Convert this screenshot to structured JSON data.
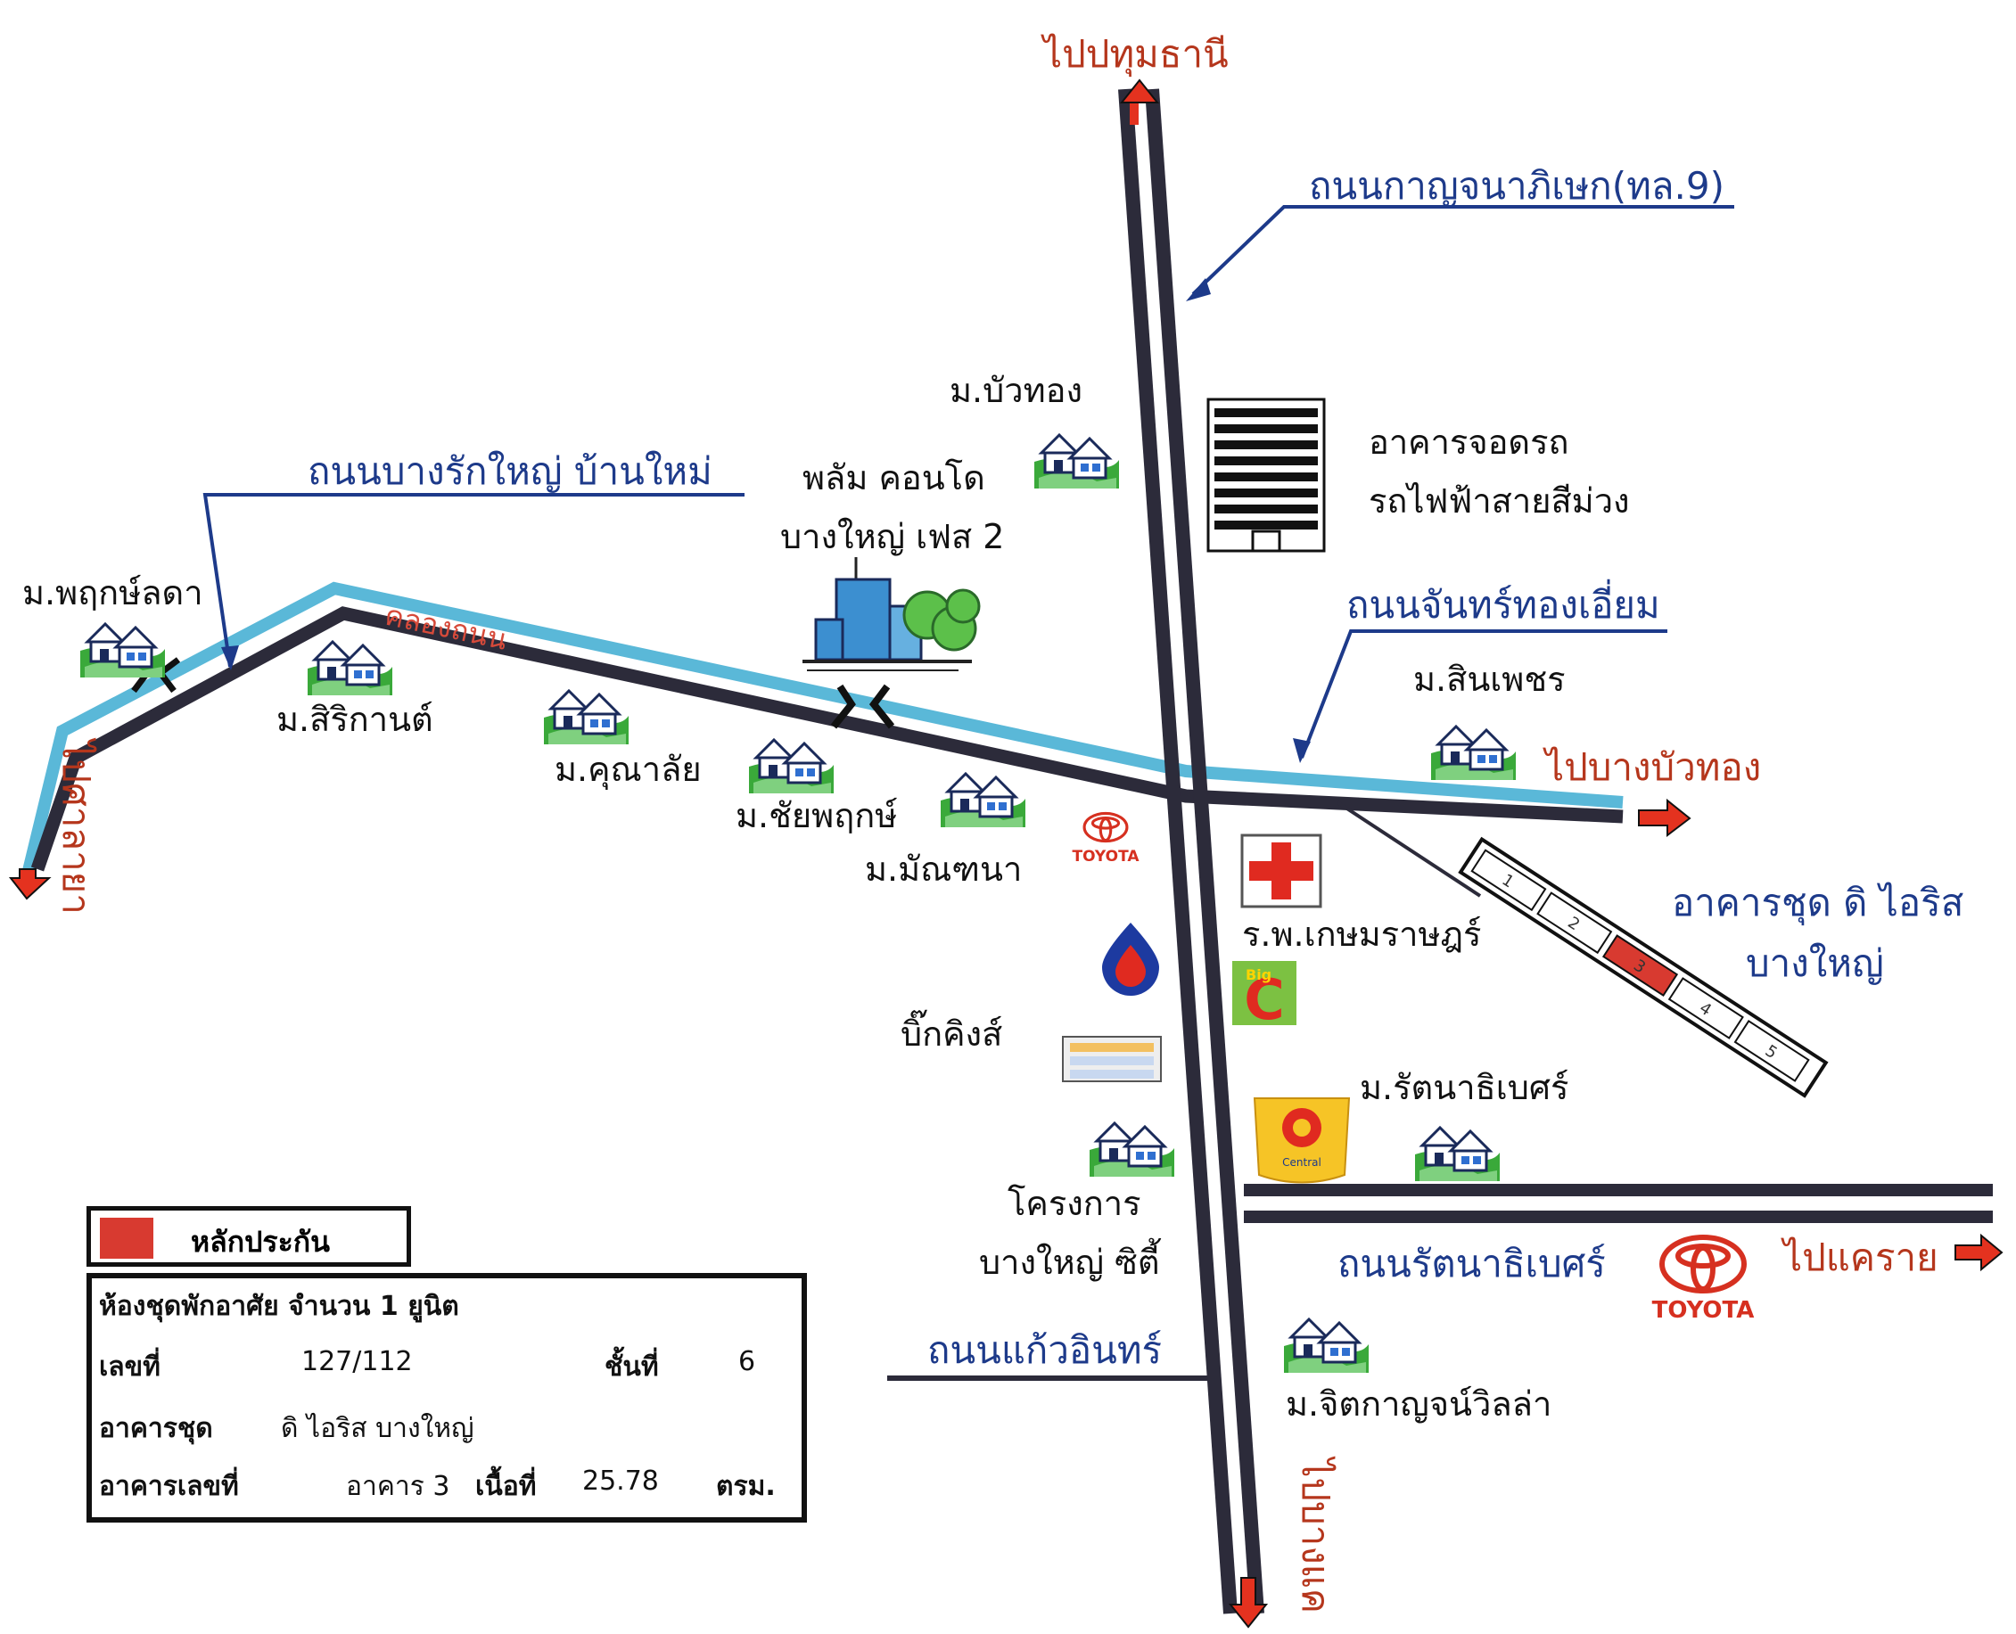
{
  "directions": {
    "to_pathum_thani": "ไปปทุมธานี",
    "to_sala_ya": "ไปศาลายา",
    "to_bang_bua_thong": "ไปบางบัวทอง",
    "to_khae_rai": "ไปแคราย",
    "to_bang_khae": "ไปบางแค"
  },
  "roads": {
    "kanchanaphisek": "ถนนกาญจนาภิเษก(ทล.9)",
    "bang_rak_yai_ban_mai": "ถนนบางรักใหญ่ บ้านใหม่",
    "chan_thong_iam": "ถนนจันทร์ทองเอี่ยม",
    "rattanathibet": "ถนนรัตนาธิเบศร์",
    "kaeo_in": "ถนนแก้วอินทร์",
    "canal": "คลองถนน"
  },
  "places": {
    "plum_condo_line1": "พลัม คอนโด",
    "plum_condo_line2": "บางใหญ่ เฟส 2",
    "parking_line1": "อาคารจอดรถ",
    "parking_line2": "รถไฟฟ้าสายสีม่วง",
    "bua_thong": "ม.บัวทอง",
    "pruk_lada": "ม.พฤกษ์ลดา",
    "sirikan": "ม.สิริกานต์",
    "khunalai": "ม.คุณาลัย",
    "chaiyapruk": "ม.ชัยพฤกษ์",
    "manthana": "ม.มัณฑนา",
    "sinphet": "ม.สินเพชร",
    "hospital": "ร.พ.เกษมราษฎร์",
    "big_king": "บิ๊กคิงส์",
    "rattanathibet_village": "ม.รัตนาธิเบศร์",
    "project_line1": "โครงการ",
    "project_line2": "บางใหญ่ ซิตี้",
    "jitkanchana_villa": "ม.จิตกาญจน์วิลล่า",
    "the_iris_line1": "อาคารชุด ดิ ไอริส",
    "the_iris_line2": "บางใหญ่"
  },
  "brands": {
    "toyota": "TOYOTA",
    "big_c_small": "Big",
    "big_c_letter": "C",
    "central": "Central"
  },
  "buildings": [
    "1",
    "2",
    "3",
    "4",
    "5"
  ],
  "highlighted_building": "3",
  "legend": {
    "collateral": "หลักประกัน",
    "swatch_color": "#d83a30"
  },
  "property": {
    "heading": "ห้องชุดพักอาศัย จำนวน 1 ยูนิต",
    "unit_no_label": "เลขที่",
    "unit_no": "127/112",
    "floor_label": "ชั้นที่",
    "floor": "6",
    "condo_label": "อาคารชุด",
    "condo": "ดิ ไอริส บางใหญ่",
    "building_label": "อาคารเลขที่",
    "building": "อาคาร 3",
    "area_label": "เนื้อที่",
    "area": "25.78",
    "area_unit": "ตรม."
  },
  "colors": {
    "road": "#2c2b3a",
    "canal": "#5ab8d8",
    "label_blue": "#1d3a8a",
    "direction_red": "#b5361c",
    "arrow_red": "#e4321f"
  }
}
